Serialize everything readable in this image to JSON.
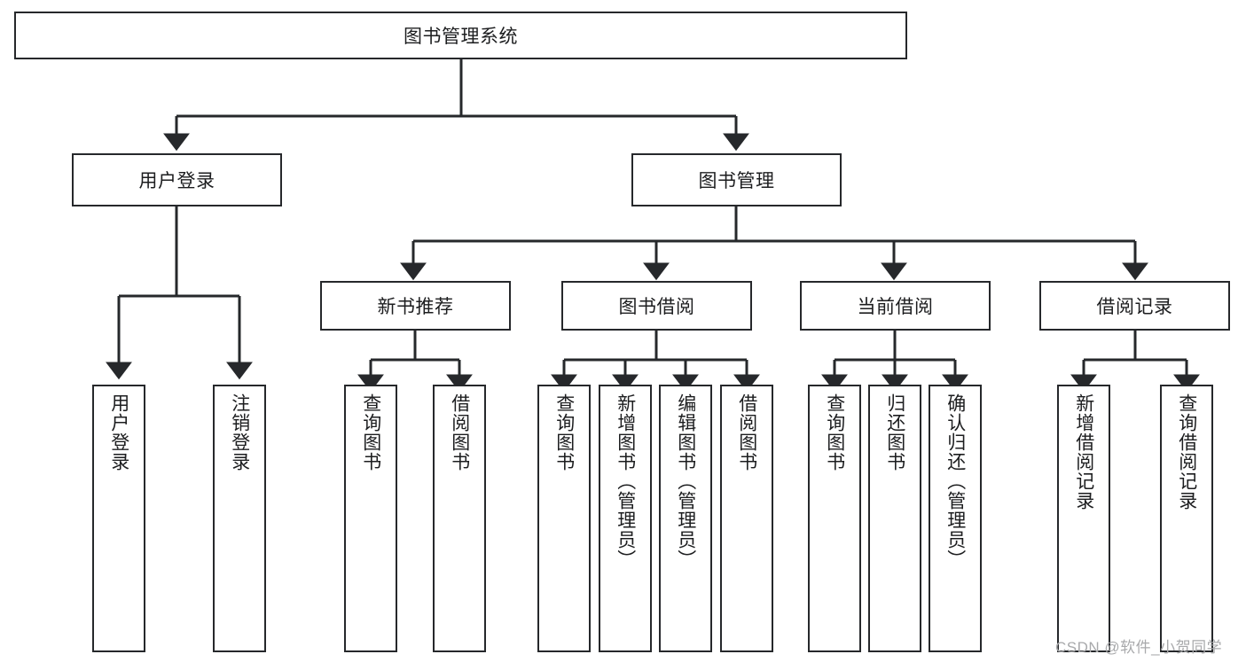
{
  "diagram": {
    "title": "图书管理系统",
    "type": "hierarchy-tree",
    "background_color": "#ffffff",
    "line_color": "#26282b",
    "text_color": "#1c1d1f",
    "root": {
      "id": "root",
      "label": "图书管理系统"
    },
    "level2": [
      {
        "id": "user-login",
        "label": "用户登录"
      },
      {
        "id": "book-management",
        "label": "图书管理"
      }
    ],
    "level3": [
      {
        "id": "new-book-recommend",
        "label": "新书推荐",
        "parent": "book-management"
      },
      {
        "id": "book-borrow",
        "label": "图书借阅",
        "parent": "book-management"
      },
      {
        "id": "current-borrow",
        "label": "当前借阅",
        "parent": "book-management"
      },
      {
        "id": "borrow-record",
        "label": "借阅记录",
        "parent": "book-management"
      }
    ],
    "leaves": [
      {
        "id": "leaf-user-login",
        "label": "用户登录",
        "parent": "user-login"
      },
      {
        "id": "leaf-logout-login",
        "label": "注销登录",
        "parent": "user-login"
      },
      {
        "id": "leaf-query-book-1",
        "label": "查询图书",
        "parent": "new-book-recommend"
      },
      {
        "id": "leaf-borrow-book-1",
        "label": "借阅图书",
        "parent": "new-book-recommend"
      },
      {
        "id": "leaf-query-book-2",
        "label": "查询图书",
        "parent": "book-borrow"
      },
      {
        "id": "leaf-add-book",
        "label": "新增图书（管理员）",
        "parent": "book-borrow"
      },
      {
        "id": "leaf-edit-book",
        "label": "编辑图书（管理员）",
        "parent": "book-borrow"
      },
      {
        "id": "leaf-borrow-book-2",
        "label": "借阅图书",
        "parent": "book-borrow"
      },
      {
        "id": "leaf-query-book-3",
        "label": "查询图书",
        "parent": "current-borrow"
      },
      {
        "id": "leaf-return-book",
        "label": "归还图书",
        "parent": "current-borrow"
      },
      {
        "id": "leaf-confirm-return",
        "label": "确认归还（管理员）",
        "parent": "current-borrow"
      },
      {
        "id": "leaf-add-record",
        "label": "新增借阅记录",
        "parent": "borrow-record"
      },
      {
        "id": "leaf-query-record",
        "label": "查询借阅记录",
        "parent": "borrow-record"
      }
    ],
    "watermark": "CSDN @软件_小贺同学"
  }
}
